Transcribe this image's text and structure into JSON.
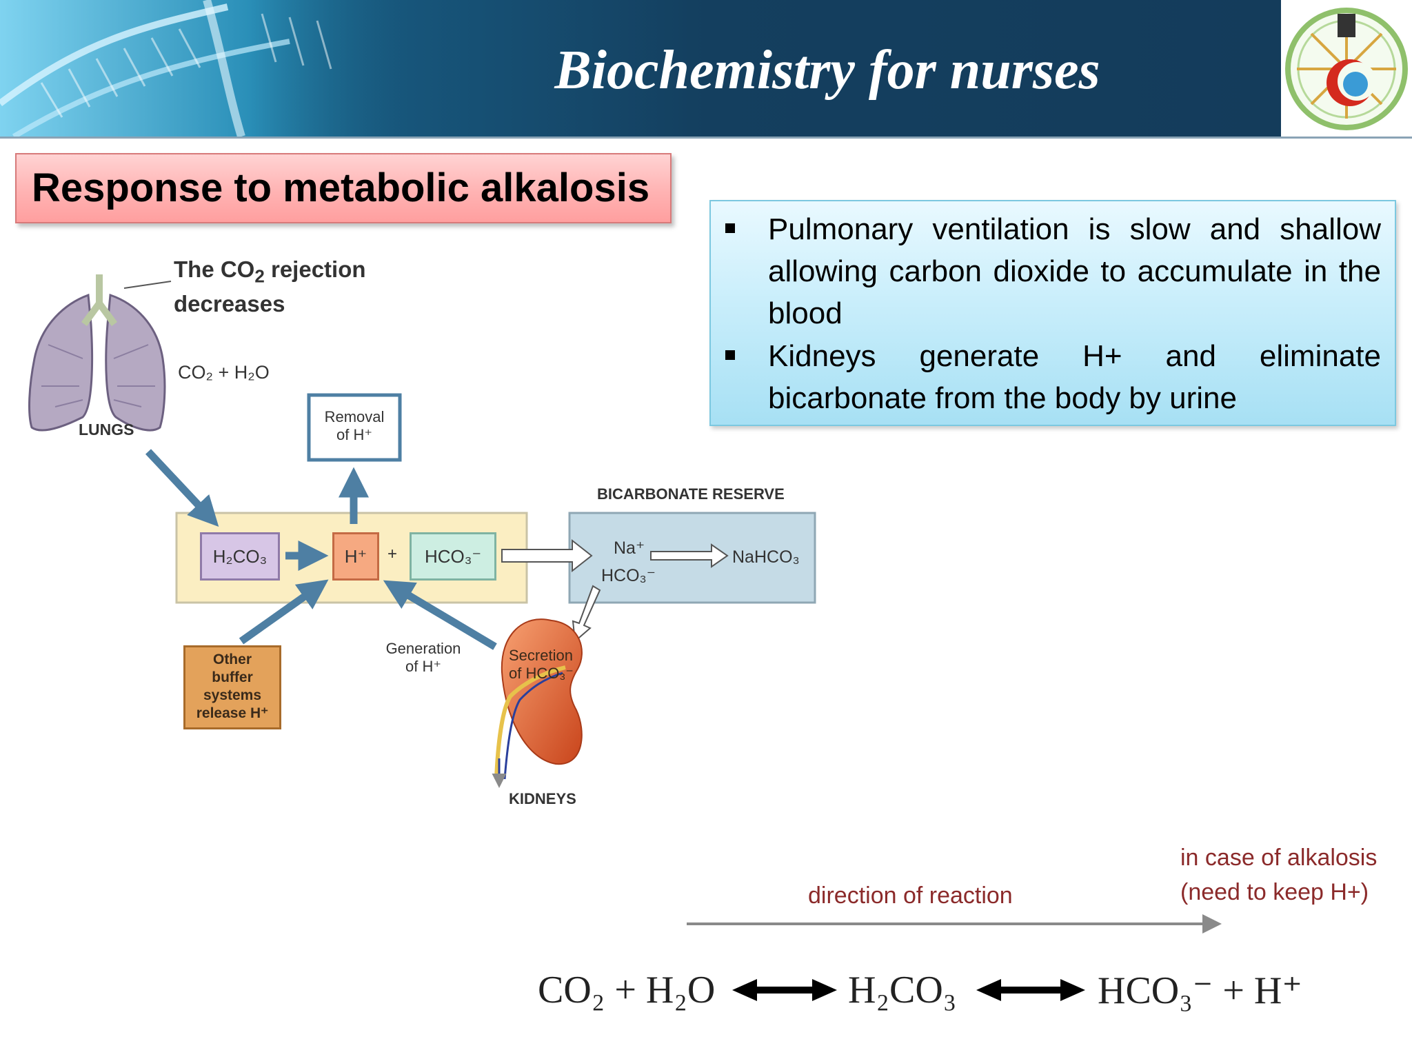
{
  "banner": {
    "title": "Biochemistry for nurses"
  },
  "logo": {
    "name": "faculty-of-nursing-logo"
  },
  "slide": {
    "title": "Response to metabolic alkalosis"
  },
  "bullets": [
    "Pulmonary ventilation is slow and shallow allowing carbon dioxide to accumulate in the blood",
    "Kidneys generate H+ and eliminate bicarbonate from the body by urine"
  ],
  "diagram": {
    "lungs_note_1": "The CO",
    "lungs_note_sub": "2",
    "lungs_note_2": " rejection",
    "lungs_note_3": "decreases",
    "co2_h2o": "CO₂ + H₂O",
    "lungs_label": "LUNGS",
    "removal_1": "Removal",
    "removal_2": "of H⁺",
    "h2co3": "H₂CO₃",
    "h_plus": "H⁺",
    "plus": "+",
    "hco3": "HCO₃⁻",
    "reserve_label": "BICARBONATE RESERVE",
    "na": "Na⁺",
    "hco3_reserve": "HCO₃⁻",
    "nahco3": "NaHCO₃",
    "other_buffer": [
      "Other",
      "buffer",
      "systems",
      "release H⁺"
    ],
    "generation_1": "Generation",
    "generation_2": "of H⁺",
    "secretion_1": "Secretion",
    "secretion_2": "of HCO₃⁻",
    "kidneys_label": "KIDNEYS"
  },
  "reaction": {
    "direction_label": "direction of reaction",
    "alkalosis_line1": "in case of alkalosis",
    "alkalosis_line2": "(need to keep H+)",
    "eq_left": "CO₂ + H₂O",
    "eq_mid": "H₂CO₃",
    "eq_right": "HCO₃⁻ + H⁺"
  },
  "colors": {
    "title_box": "#ffb3b3",
    "bullet_box": "#c9eefb",
    "acid_box": "#fbeec2",
    "reserve_box": "#c5dbe6",
    "arrow_blue": "#4e7fa3",
    "reaction_text": "#8b2a2a"
  }
}
